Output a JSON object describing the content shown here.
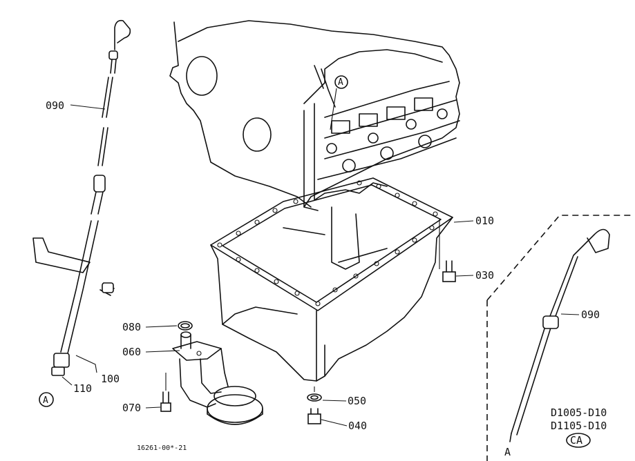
{
  "parts": {
    "p090_left": "090",
    "p010": "010",
    "p030": "030",
    "p080": "080",
    "p060": "060",
    "p070": "070",
    "p050": "050",
    "p040": "040",
    "p110": "110",
    "p100": "100",
    "p090_right": "090"
  },
  "callouts": {
    "a_top": "A",
    "a_left": "A",
    "a_bottom": "A"
  },
  "models": {
    "line1": "D1005-D10",
    "line2": "D1105-D10",
    "code": "CA"
  },
  "drawing_number": "16261-00*-21"
}
